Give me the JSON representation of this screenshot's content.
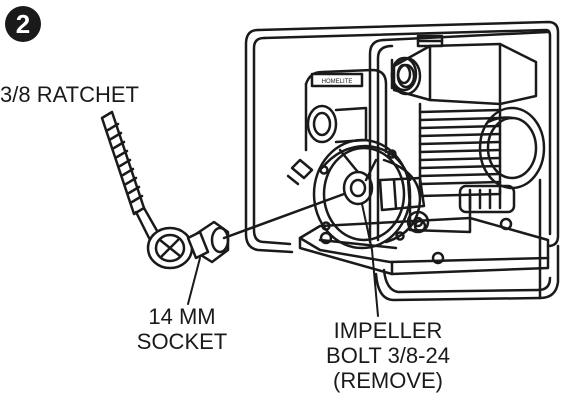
{
  "step": {
    "number": "2"
  },
  "callouts": {
    "ratchet": "3/8 RATCHET",
    "socket": [
      "14 MM",
      "SOCKET"
    ],
    "bolt": [
      "IMPELLER",
      "BOLT 3/8-24",
      "(REMOVE)"
    ]
  },
  "pump": {
    "brand_plate": "HOMELITE"
  },
  "colors": {
    "ink": "#1a1a1a",
    "paper": "#ffffff",
    "shade": "#d8d8d8"
  }
}
